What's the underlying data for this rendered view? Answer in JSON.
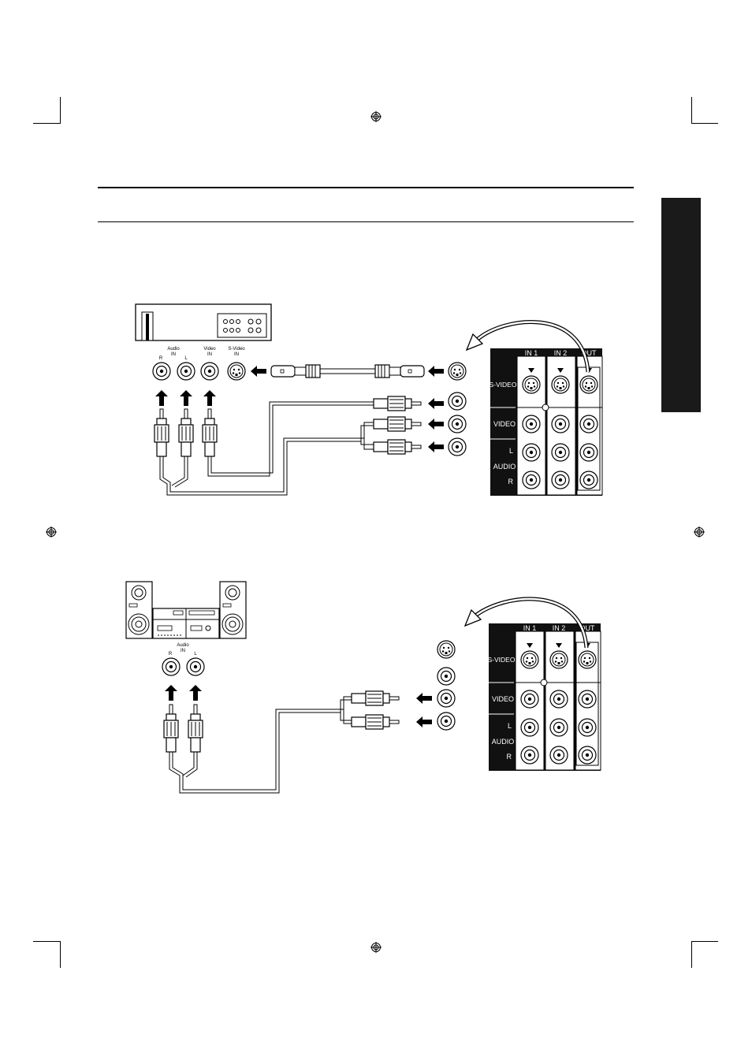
{
  "diagram1": {
    "device_labels": {
      "audio_in": "Audio",
      "audio_in_sub": "IN",
      "audio_r": "R",
      "audio_l": "L",
      "video_in": "Video",
      "video_in_sub": "IN",
      "svideo_in": "S-Video",
      "svideo_in_sub": "IN"
    }
  },
  "diagram2": {
    "device_labels": {
      "audio_in": "Audio",
      "audio_in_sub": "IN",
      "audio_r": "R",
      "audio_l": "L"
    }
  },
  "panel": {
    "col_in1": "IN 1",
    "col_in2": "IN 2",
    "col_out": "OUT",
    "row_svideo": "S-VIDEO",
    "row_video": "VIDEO",
    "row_l": "L",
    "row_audio": "AUDIO",
    "row_r": "R"
  },
  "colors": {
    "ink": "#000000",
    "tab": "#1a1a1a",
    "paper": "#ffffff"
  },
  "icons": [
    "registration-mark-icon",
    "crop-mark-icon",
    "arrow-icon"
  ]
}
